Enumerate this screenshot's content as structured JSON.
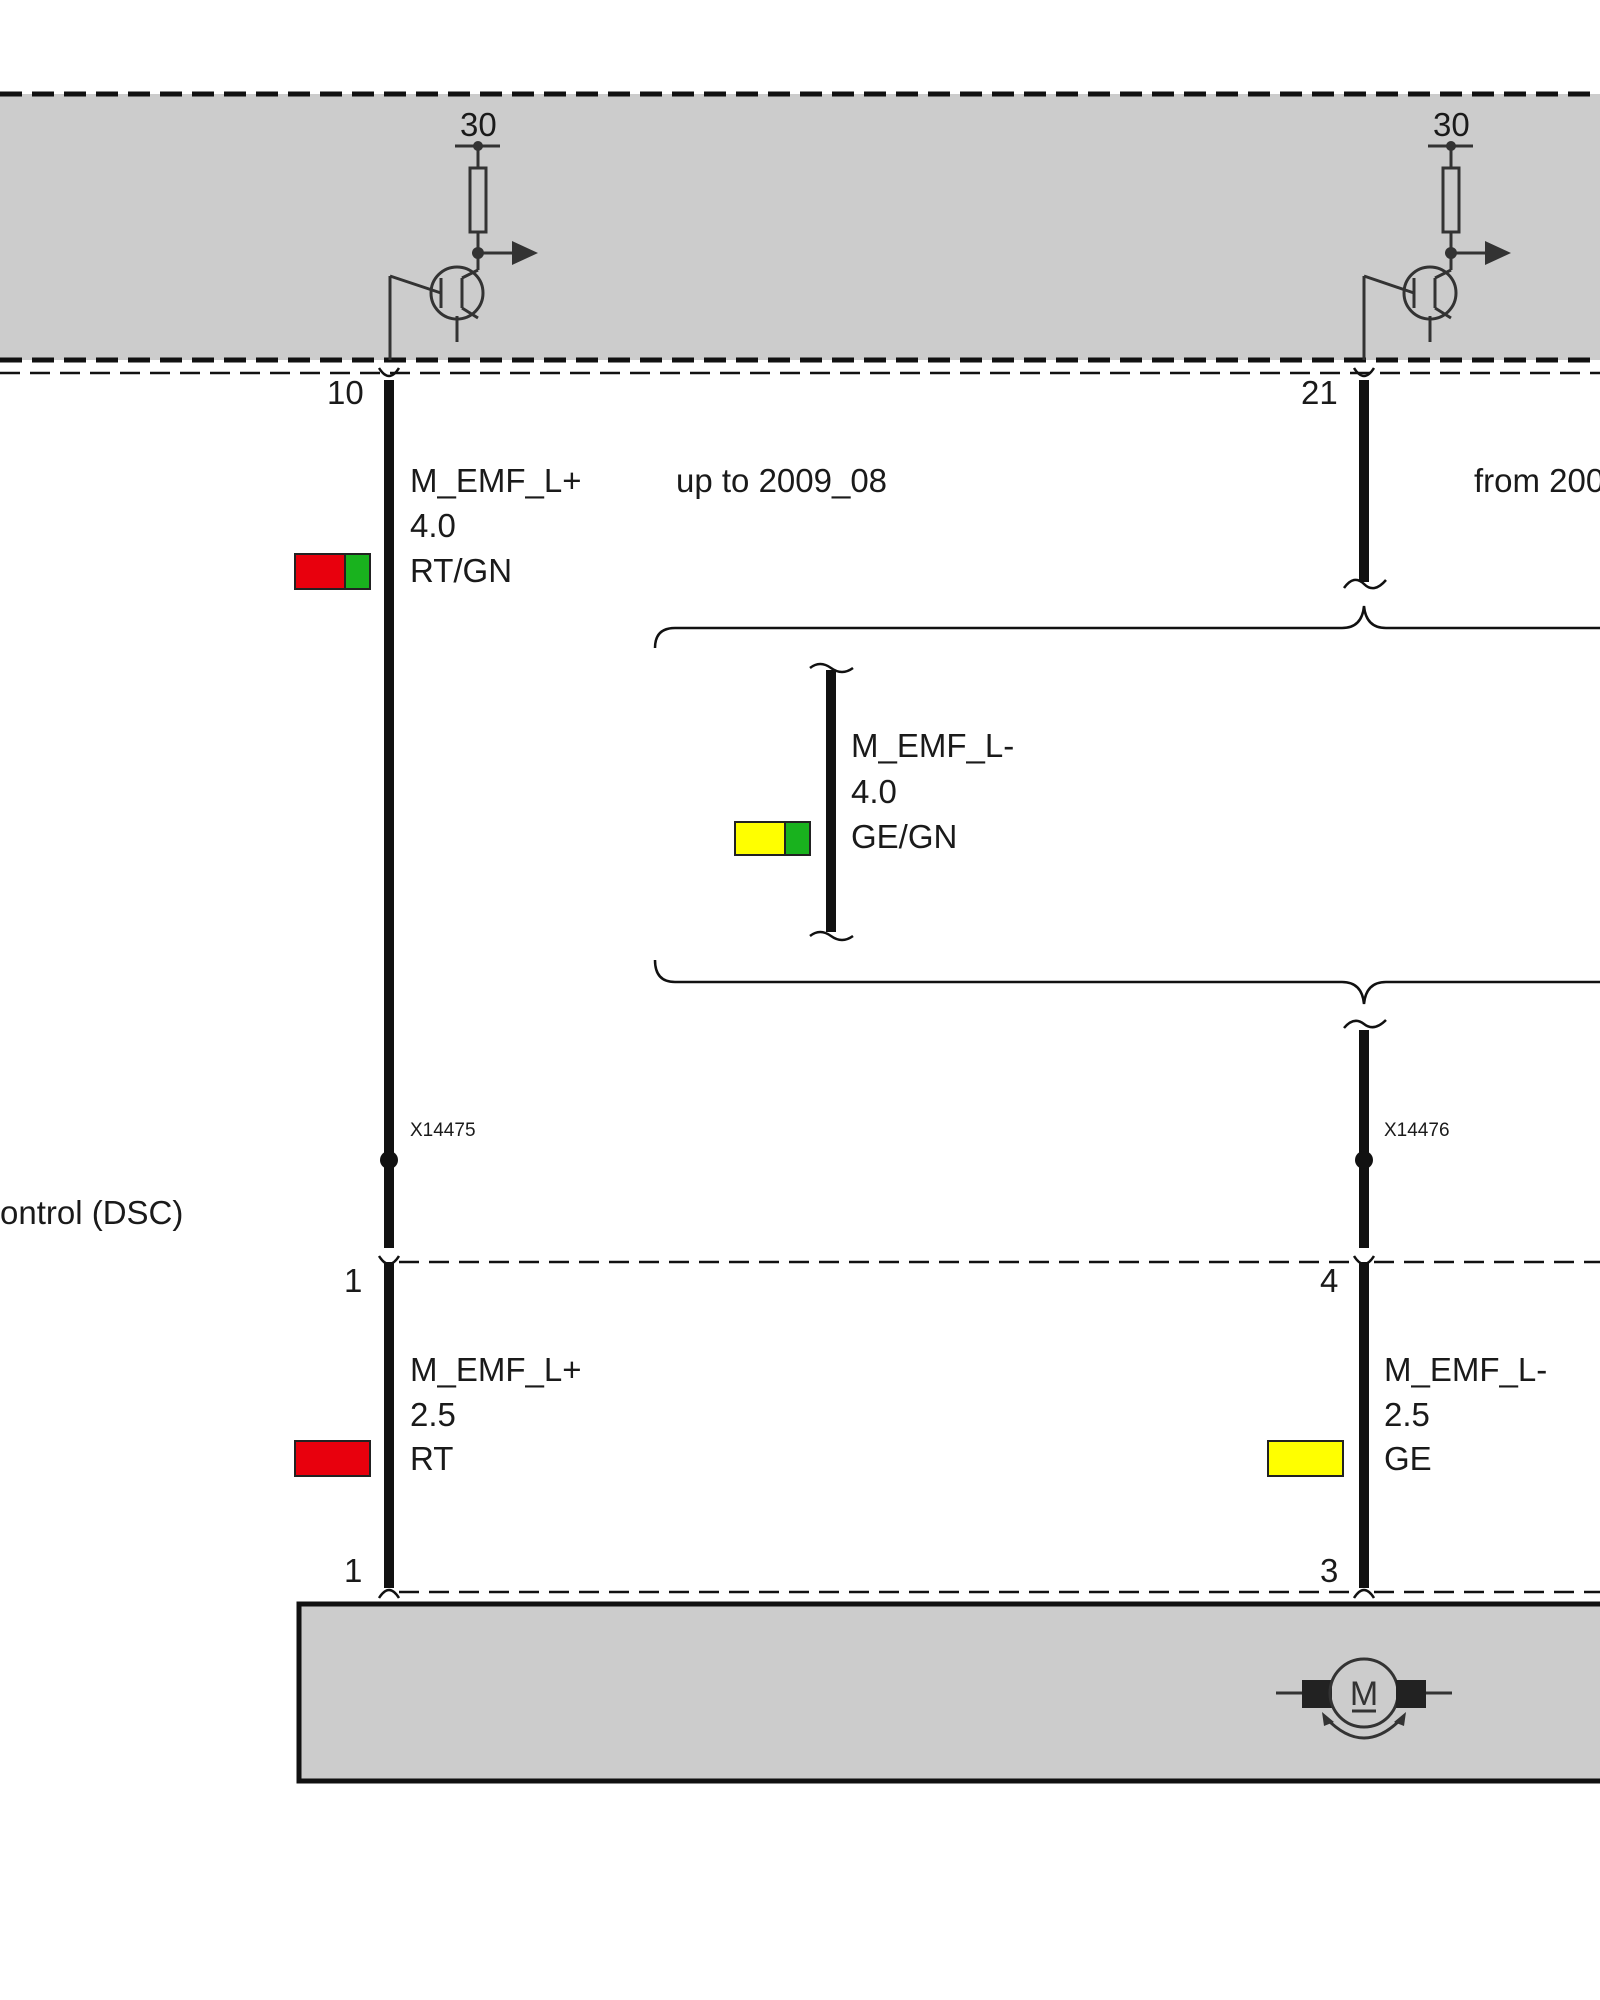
{
  "colors": {
    "module_fill": "#cccccc",
    "wire": "#111111",
    "red": "#e8000d",
    "green": "#19b21e",
    "yellow": "#ffff00"
  },
  "top_module": {
    "left_supply": "30",
    "right_supply": "30",
    "pin_left": "10",
    "pin_right": "21"
  },
  "variants": {
    "left": "up to 2009_08",
    "right": "from 200"
  },
  "wires": {
    "left_upper": {
      "signal": "M_EMF_L+",
      "gauge": "4.0",
      "color": "RT/GN"
    },
    "mid": {
      "signal": "M_EMF_L-",
      "gauge": "4.0",
      "color": "GE/GN"
    },
    "left_lower": {
      "signal": "M_EMF_L+",
      "gauge": "2.5",
      "color": "RT"
    },
    "right_lower": {
      "signal": "M_EMF_L-",
      "gauge": "2.5",
      "color": "GE"
    }
  },
  "connectors": {
    "left": "X14475",
    "right": "X14476"
  },
  "side_label": "ontrol (DSC)",
  "pins": {
    "conn_left": "1",
    "conn_right": "4",
    "motor_left": "1",
    "motor_right": "3"
  },
  "motor": {
    "symbol": "M",
    "icon": "motor-icon"
  }
}
